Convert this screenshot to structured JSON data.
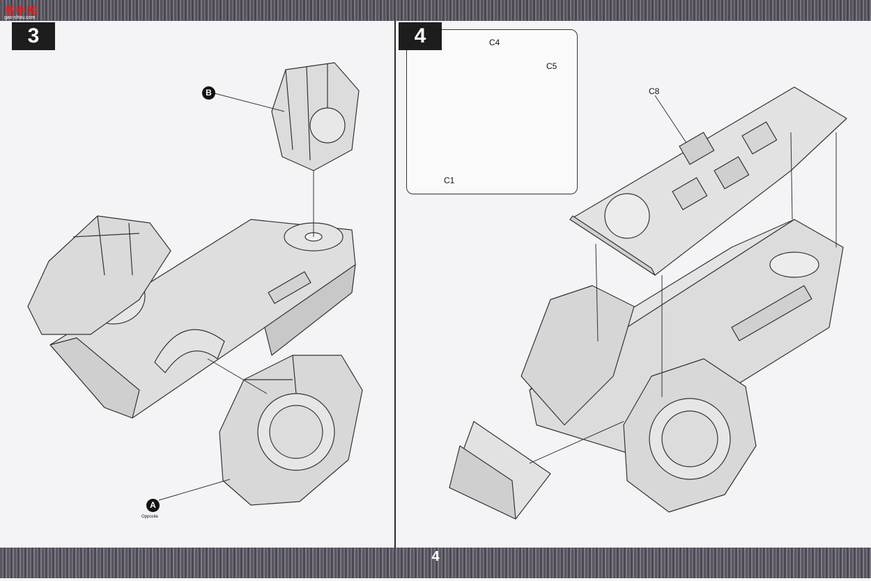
{
  "header": {
    "logo_text": "高手网",
    "logo_url": "gao-shou.com"
  },
  "steps": [
    {
      "number": "3",
      "callouts": [
        "B",
        "A"
      ],
      "note": "Opposite"
    },
    {
      "number": "4",
      "parts": [
        "C4",
        "C5",
        "C1",
        "C8"
      ]
    }
  ],
  "footer": {
    "page_number": "4"
  },
  "colors": {
    "band": "#5e5a65",
    "part": "#dcdcdc",
    "line": "#333333"
  }
}
